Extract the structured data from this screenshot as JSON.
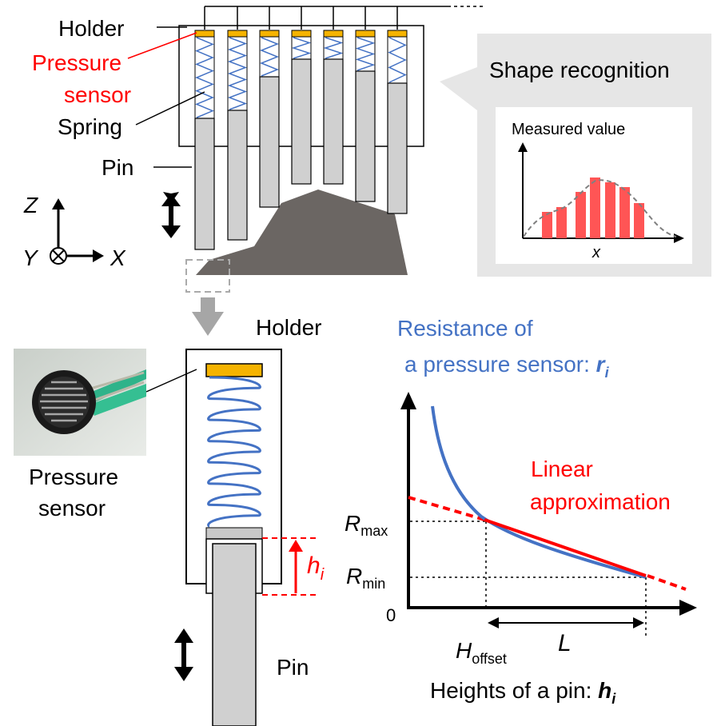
{
  "top": {
    "labels": {
      "holder": "Holder",
      "pressure_sensor_line1": "Pressure",
      "pressure_sensor_line2": "sensor",
      "spring": "Spring",
      "pin": "Pin"
    },
    "axes": {
      "z": "Z",
      "y": "Y",
      "x": "X"
    },
    "callout": {
      "title": "Shape recognition",
      "chart_ylabel": "Measured value",
      "chart_xlabel": "x"
    }
  },
  "detail": {
    "holder": "Holder",
    "photo_label_line1": "Pressure",
    "photo_label_line2": "sensor",
    "pin": "Pin",
    "height_symbol": "h",
    "height_subscript": "i"
  },
  "graph": {
    "title_line1": "Resistance of",
    "title_line2": "a pressure sensor: ",
    "title_symbol": "r",
    "title_subscript": "i",
    "linear_line1": "Linear",
    "linear_line2": "approximation",
    "rmax_symbol": "R",
    "rmax_subscript": "max",
    "rmin_symbol": "R",
    "rmin_subscript": "min",
    "origin": "0",
    "hoffset_symbol": "H",
    "hoffset_subscript": "offset",
    "l_symbol": "L",
    "xlabel": "Heights of a pin: ",
    "xlabel_symbol": "h",
    "xlabel_subscript": "i"
  },
  "colors": {
    "sensor_orange": "#f5b300",
    "spring_blue": "#4472c4",
    "pin_gray": "#d0d0d0",
    "object_gray": "#6b6663",
    "red": "#ff0000",
    "bar_red": "#ff5555",
    "callout_bg": "#e6e6e6"
  }
}
